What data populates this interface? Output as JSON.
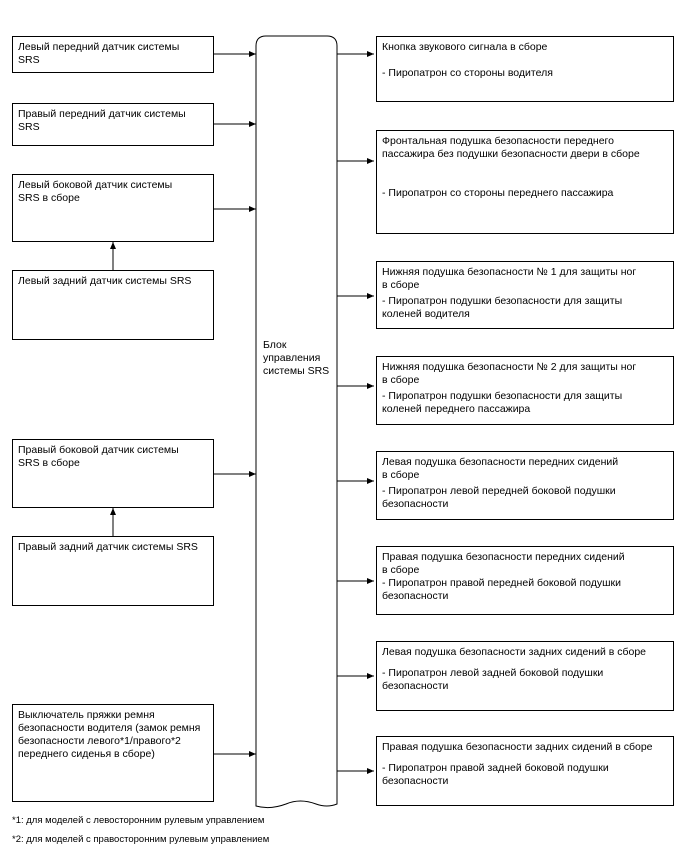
{
  "diagram": {
    "control_unit": {
      "label_lines": [
        "Блок",
        "управления",
        "системы",
        "SRS"
      ]
    },
    "inputs": {
      "left_front_sensor": [
        "Левый передний датчик системы",
        "SRS"
      ],
      "right_front_sensor": [
        "Правый передний датчик системы",
        "SRS"
      ],
      "left_side_sensor": [
        "Левый боковой датчик системы",
        "SRS в сборе"
      ],
      "left_rear_sensor": [
        "Левый задний датчик системы SRS"
      ],
      "right_side_sensor": [
        "Правый боковой датчик системы",
        "SRS в сборе"
      ],
      "right_rear_sensor": [
        "Правый задний датчик системы SRS"
      ],
      "buckle_switch": [
        "Выключатель пряжки ремня",
        "безопасности водителя (замок ремня",
        "безопасности левого*1/правого*2",
        "переднего сиденья в сборе)"
      ]
    },
    "outputs": {
      "horn_button": {
        "title": [
          "Кнопка звукового сигнала в сборе"
        ],
        "detail": [
          "- Пиропатрон со стороны водителя"
        ]
      },
      "front_passenger_airbag": {
        "title": [
          "Фронтальная подушка безопасности переднего",
          "пассажира без подушки безопасности двери в сборе"
        ],
        "detail": [
          "- Пиропатрон со стороны переднего пассажира"
        ]
      },
      "knee_airbag_1": {
        "title": [
          "Нижняя подушка безопасности № 1 для защиты ног",
          "в сборе"
        ],
        "detail": [
          "- Пиропатрон подушки безопасности для защиты",
          "коленей водителя"
        ]
      },
      "knee_airbag_2": {
        "title": [
          "Нижняя подушка безопасности № 2 для защиты ног",
          "в сборе"
        ],
        "detail": [
          "- Пиропатрон подушки безопасности для защиты",
          "коленей переднего пассажира"
        ]
      },
      "left_front_seat_airbag": {
        "title": [
          "Левая подушка безопасности передних сидений",
          "в сборе"
        ],
        "detail": [
          "- Пиропатрон левой передней боковой подушки",
          "безопасности"
        ]
      },
      "right_front_seat_airbag": {
        "title": [
          "Правая подушка безопасности передних сидений",
          "в сборе"
        ],
        "detail": [
          "- Пиропатрон правой передней боковой подушки",
          "безопасности"
        ]
      },
      "left_rear_seat_airbag": {
        "title": [
          "Левая подушка безопасности задних сидений в сборе"
        ],
        "detail": [
          "- Пиропатрон левой задней боковой подушки",
          "безопасности"
        ]
      },
      "right_rear_seat_airbag": {
        "title": [
          "Правая подушка безопасности задних сидений в сборе"
        ],
        "detail": [
          "- Пиропатрон правой задней боковой подушки",
          "безопасности"
        ]
      }
    },
    "footnotes": {
      "note1": "*1: для моделей с левосторонним рулевым управлением",
      "note2": "*2: для моделей с правосторонним рулевым управлением"
    }
  }
}
